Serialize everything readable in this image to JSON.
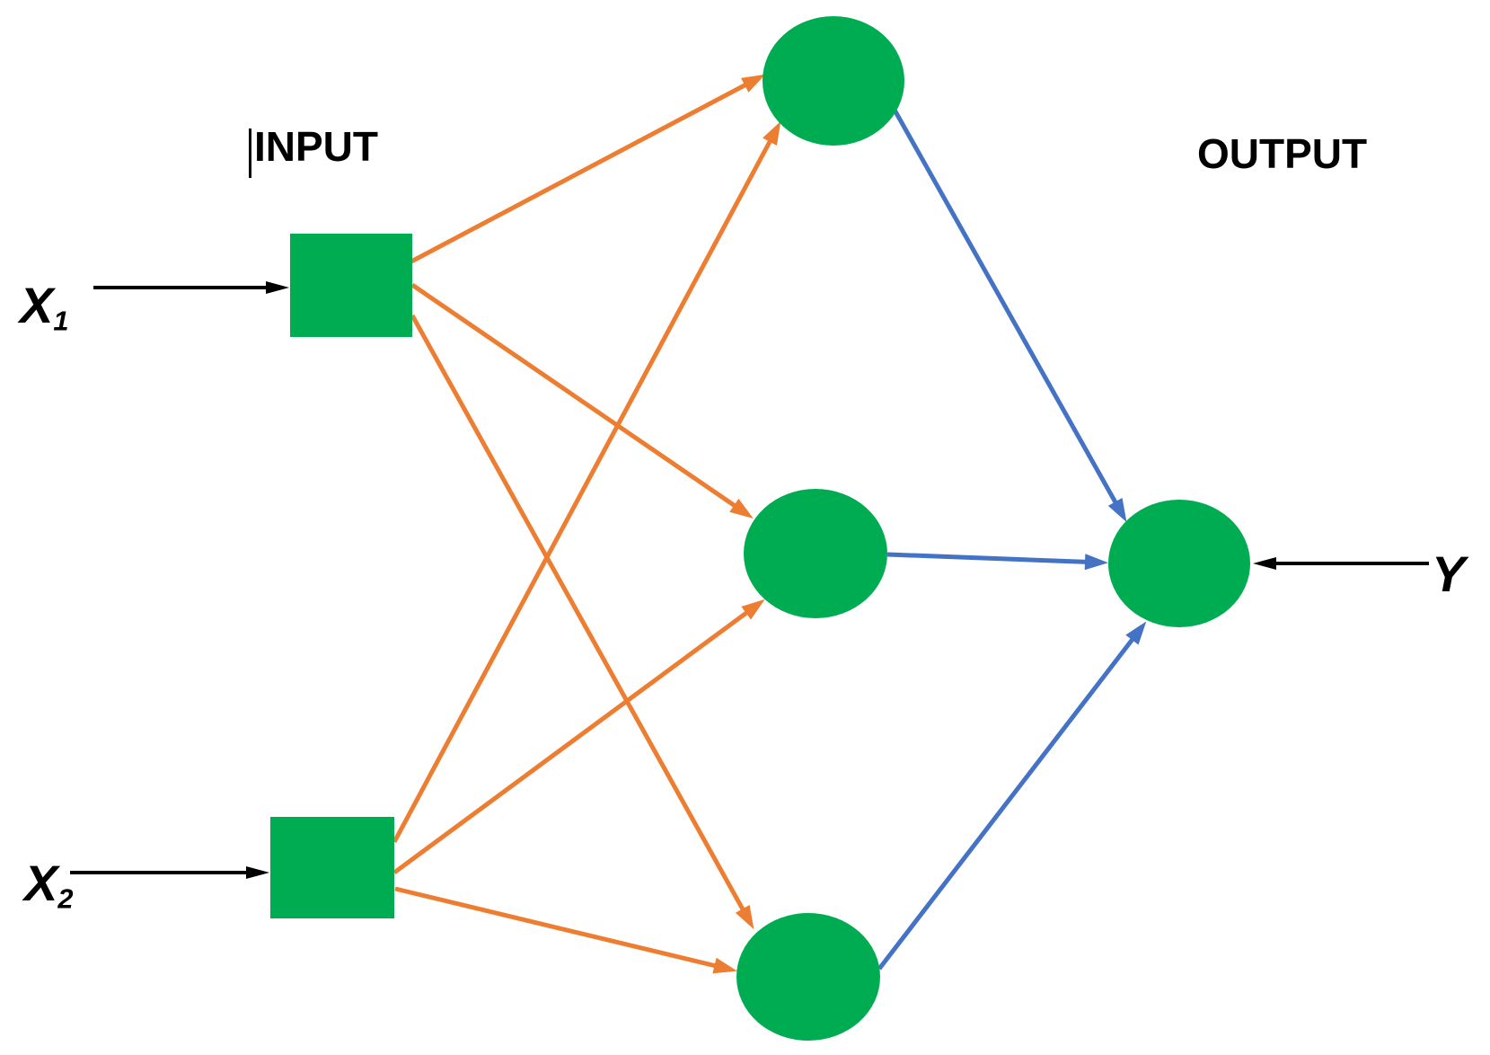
{
  "labels": {
    "input_title": "INPUT",
    "output_title": "OUTPUT",
    "x1_main": "X",
    "x1_sub": "1",
    "x2_main": "X",
    "x2_sub": "2",
    "y_label": "Y"
  },
  "colors": {
    "node_green": "#00AC52",
    "edge_orange": "#ED7D31",
    "edge_blue": "#4472C4",
    "edge_black": "#000000",
    "background": "#FFFFFF"
  },
  "network": {
    "input_nodes": 2,
    "hidden_nodes": 3,
    "output_nodes": 1,
    "input_to_hidden_edges": 6,
    "hidden_to_output_edges": 3
  }
}
